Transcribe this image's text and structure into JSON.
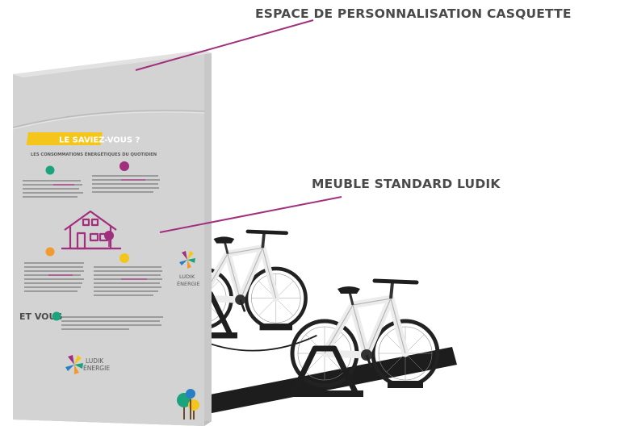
{
  "annotations": {
    "casquette_label": "ESPACE DE PERSONNALISATION CASQUETTE",
    "meuble_label": "MEUBLE STANDARD LUDIK"
  },
  "panel": {
    "headline": "LE SAVIEZ-VOUS ?",
    "subheadline": "LES CONSOMMATIONS ÉNERGÉTIQUES DU QUOTIDIEN",
    "et_vous": "ET VOUS",
    "brand_line1": "LUDIK",
    "brand_line2": "ÉNERGIE"
  },
  "colors": {
    "accent_magenta": "#a0307e",
    "headline_yellow": "#f4c61c",
    "panel_grey": "#d3d3d3",
    "label_grey": "#4a4a4a"
  },
  "icons": [
    "house-icon",
    "tree-icon",
    "bicycle-icon",
    "ludik-logo"
  ]
}
